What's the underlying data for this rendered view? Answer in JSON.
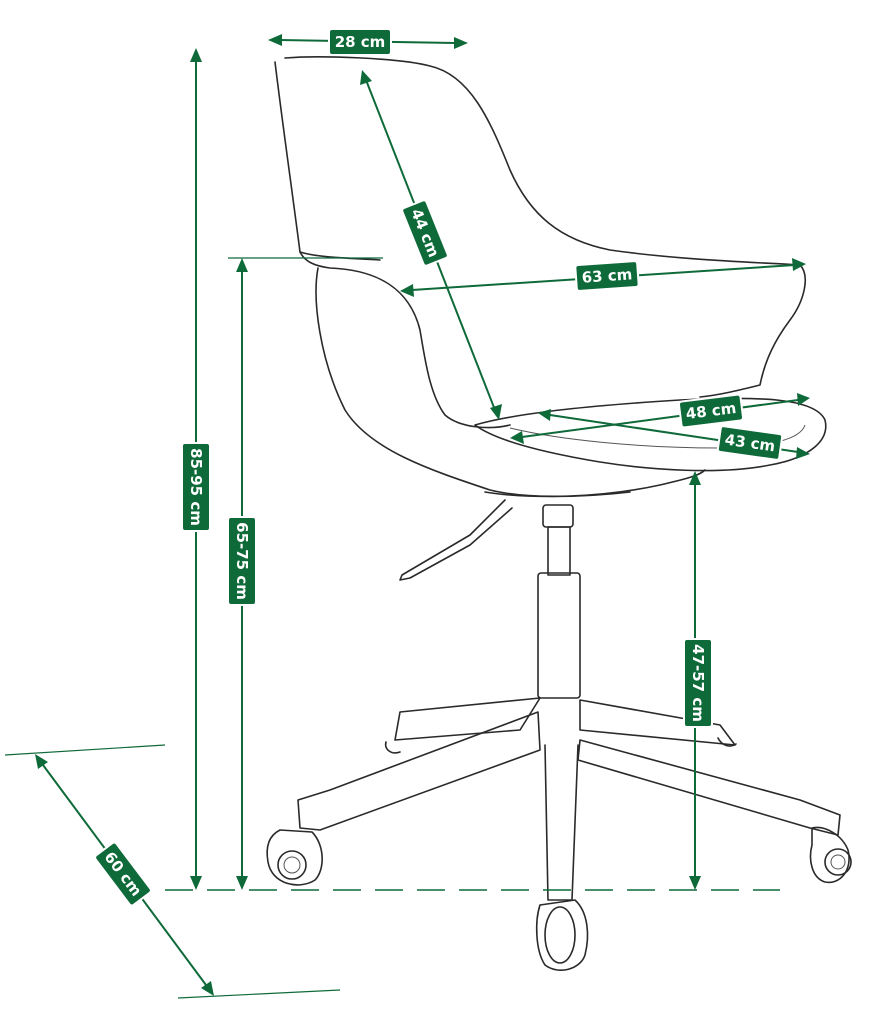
{
  "dimensions": {
    "back_width": "28 cm",
    "back_height": "44 cm",
    "arm_width": "63 cm",
    "seat_width": "48 cm",
    "seat_depth": "43 cm",
    "total_height": "85-95 cm",
    "armrest_height": "65-75 cm",
    "seat_height": "47-57 cm",
    "base_diameter": "60 cm"
  },
  "colors": {
    "accent": "#0f6a3a",
    "line_art": "#2a2a2a",
    "background": "#ffffff"
  }
}
